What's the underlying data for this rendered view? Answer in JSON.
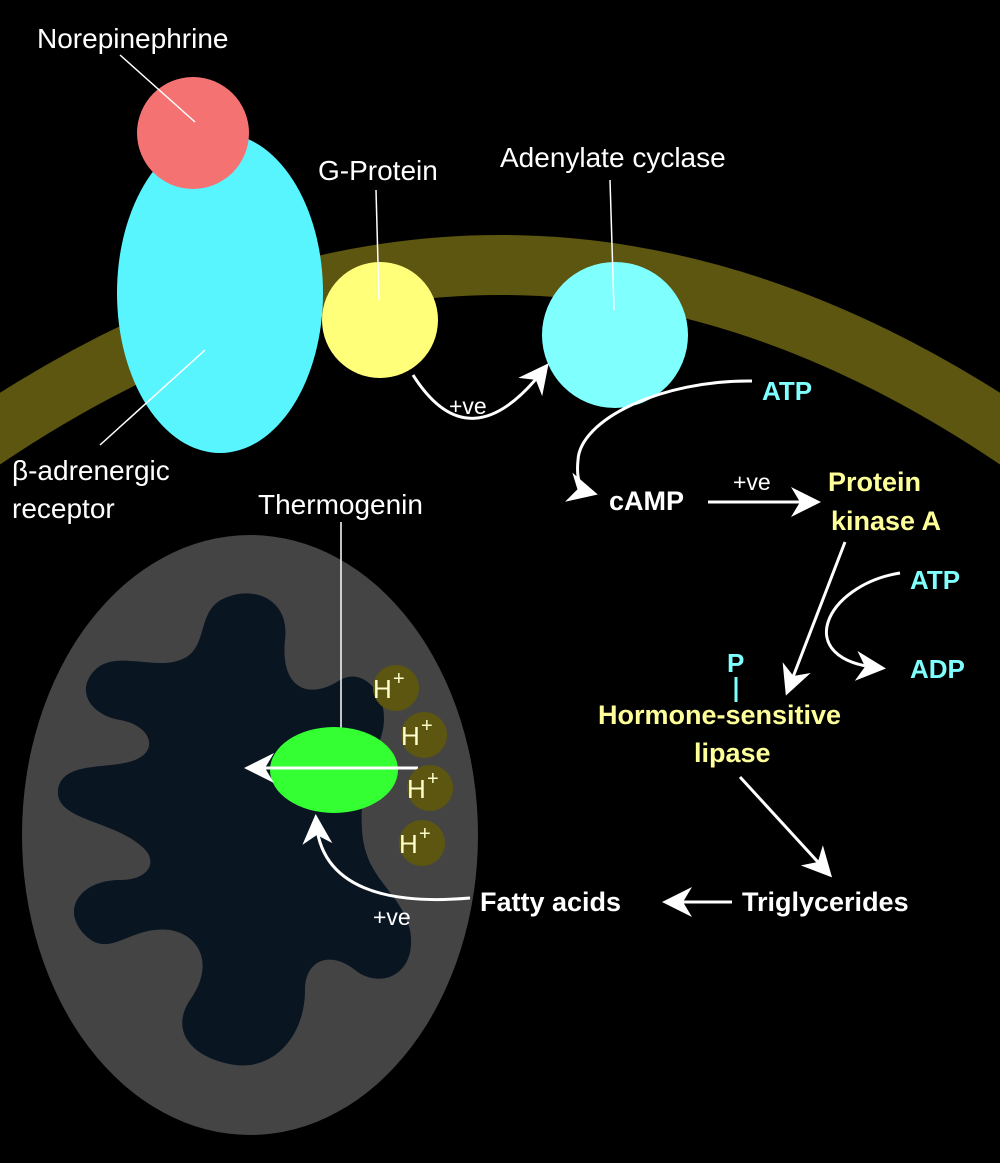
{
  "labels": {
    "norepinephrine": "Norepinephrine",
    "g_protein": "G-Protein",
    "adenylate_cyclase": "Adenylate cyclase",
    "receptor_line1": "β-adrenergic",
    "receptor_line2": "receptor",
    "thermogenin": "Thermogenin",
    "positive_effect": "+ve",
    "atp": "ATP",
    "camp": "cAMP",
    "pka_line1": "Protein",
    "pka_line2": "kinase A",
    "adp": "ADP",
    "phosphate": "P",
    "hsl_line1": "Hormone-sensitive",
    "hsl_line2": "lipase",
    "triglycerides": "Triglycerides",
    "fatty_acids": "Fatty acids",
    "proton": "H",
    "proton_charge": "+"
  },
  "colors": {
    "background": "#000000",
    "membrane": "#5c5610",
    "receptor": "#58f5ff",
    "norepinephrine": "#f57272",
    "g_protein": "#ffff7a",
    "adenylate_cyclase": "#80ffff",
    "mitochondrion": "#444444",
    "matrix": "#0a1522",
    "thermogenin": "#33ff33",
    "proton": "#5c5610",
    "enzyme_text": "#ffff99",
    "nucleotide_text": "#80ffff"
  }
}
